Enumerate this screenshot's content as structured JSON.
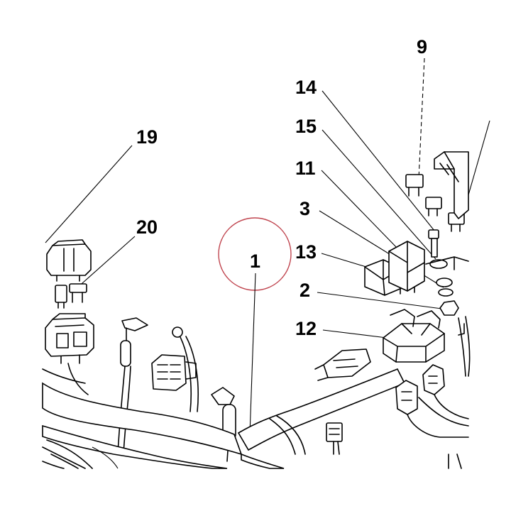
{
  "diagram": {
    "callouts": [
      "9",
      "14",
      "15",
      "11",
      "3",
      "13",
      "2",
      "12",
      "19",
      "20",
      "1"
    ],
    "highlight_color": "#c0454f"
  }
}
